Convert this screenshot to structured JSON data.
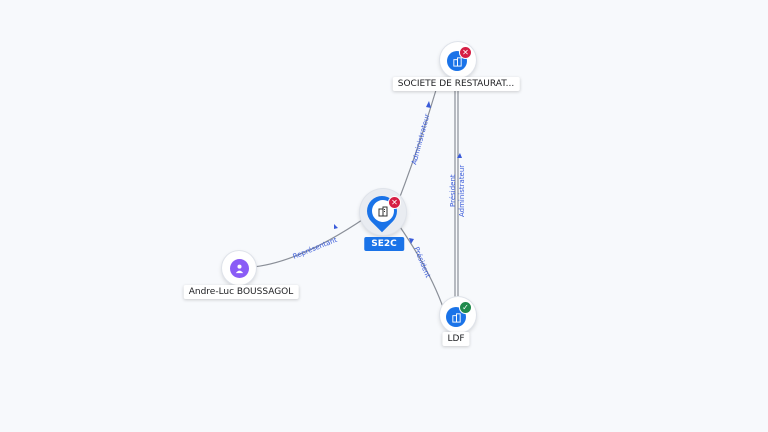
{
  "colors": {
    "company_accent": "#1a73e8",
    "person_accent": "#8a5cf6",
    "inactive_badge": "#d61f45",
    "active_badge": "#1f8a4c",
    "edge_label": "#3a5bd9"
  },
  "nodes": {
    "se2c": {
      "label": "SE2C",
      "icon": "building-icon",
      "status": "inactive"
    },
    "societe": {
      "label": "SOCIETE DE RESTAURAT...",
      "icon": "building-icon",
      "status": "inactive"
    },
    "ldf": {
      "label": "LDF",
      "icon": "building-icon",
      "status": "active"
    },
    "andre": {
      "label": "Andre-Luc BOUSSAGOL",
      "icon": "person-icon"
    }
  },
  "edges": {
    "andre_se2c": "Représentant",
    "se2c_societe": "Administrateur",
    "se2c_ldf": "Président",
    "ldf_societe_1": "Président",
    "ldf_societe_2": "Administrateur"
  }
}
